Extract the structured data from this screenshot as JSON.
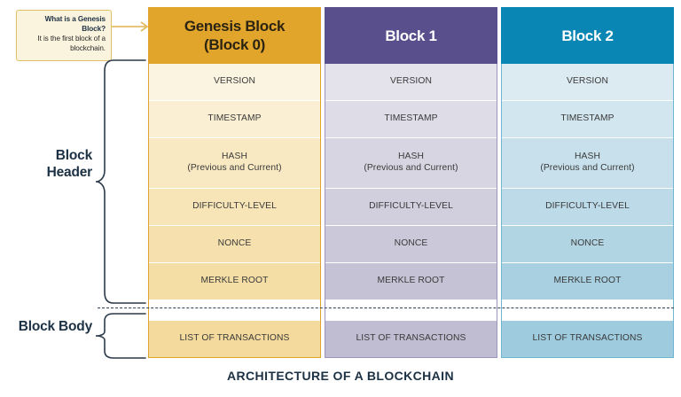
{
  "callout": {
    "question": "What is a Genesis Block?",
    "answer": "It is the first block of a blockchain.",
    "border_color": "#E0C168",
    "background_color": "#FAF3DD"
  },
  "side_labels": {
    "header": "Block Header",
    "body": "Block Body",
    "color": "#1C3144"
  },
  "row_labels": {
    "version": "VERSION",
    "timestamp": "TIMESTAMP",
    "hash": "HASH",
    "hash_sub": "(Previous and Current)",
    "difficulty": "DIFFICULTY-LEVEL",
    "nonce": "NONCE",
    "merkle_root": "MERKLE ROOT",
    "transactions": "LIST OF TRANSACTIONS"
  },
  "blocks": [
    {
      "title": "Genesis Block",
      "title_line2": "(Block 0)",
      "header_color": "#E2A52B",
      "header_text_color": "#2B2412",
      "accent": "#E2A52B"
    },
    {
      "title": "Block 1",
      "title_line2": "",
      "header_color": "#584F8C",
      "header_text_color": "#FFFFFF",
      "accent": "#9B95BC"
    },
    {
      "title": "Block 2",
      "title_line2": "",
      "header_color": "#0986B4",
      "header_text_color": "#FFFFFF",
      "accent": "#6FB6D2"
    }
  ],
  "bottom_title": "ARCHITECTURE OF A BLOCKCHAIN",
  "separator_color": "#2B4257"
}
